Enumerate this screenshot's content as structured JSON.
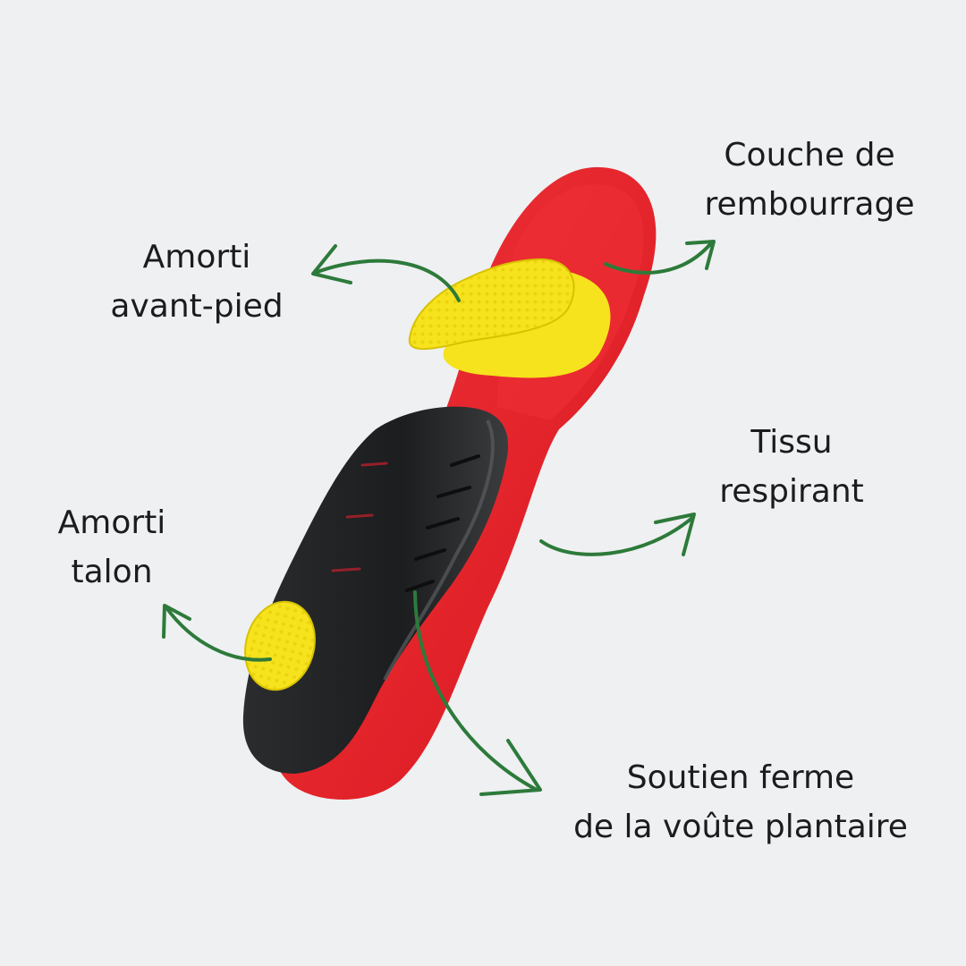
{
  "labels": {
    "couche": {
      "line1": "Couche de",
      "line2": "rembourrage"
    },
    "avant_pied": {
      "line1": "Amorti",
      "line2": "avant-pied"
    },
    "tissu": {
      "line1": "Tissu",
      "line2": "respirant"
    },
    "talon": {
      "line1": "Amorti",
      "line2": "talon"
    },
    "voute": {
      "line1": "Soutien ferme",
      "line2": "de la voûte plantaire"
    }
  },
  "colors": {
    "background": "#eef0f2",
    "insole_red": "#e8212b",
    "cushion_yellow": "#f6e21d",
    "arch_black": "#1f2123",
    "arrow_green": "#2d7a3a",
    "text": "#1c1c1c"
  },
  "icons": [
    "insole-illustration",
    "arrow-icon"
  ]
}
